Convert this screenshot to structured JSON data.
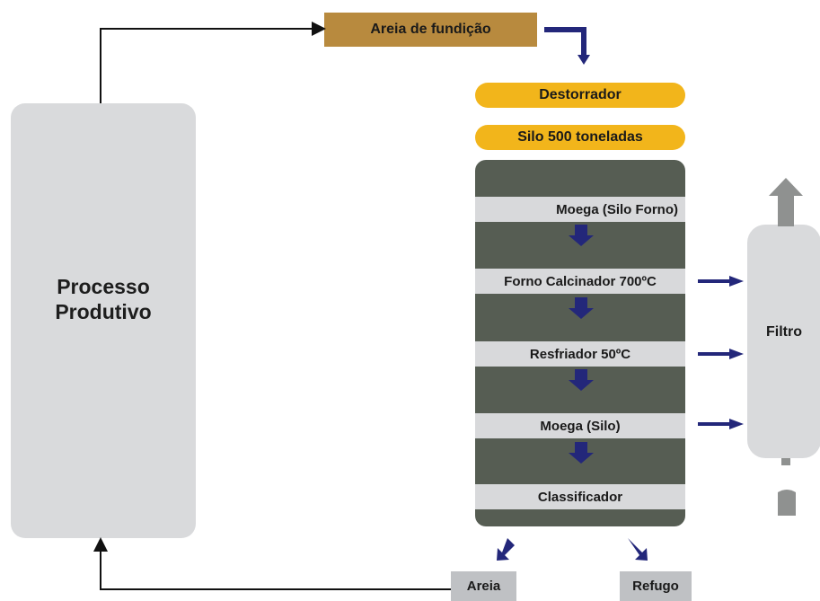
{
  "diagram": {
    "main_process": {
      "label": "Processo\nProdutivo"
    },
    "input": {
      "label": "Areia de fundição"
    },
    "pre_stages": [
      {
        "label": "Destorrador"
      },
      {
        "label": "Silo 500 toneladas"
      }
    ],
    "stages": [
      {
        "label": "Moega (Silo Forno)"
      },
      {
        "label": "Forno Calcinador 700ºC"
      },
      {
        "label": "Resfriador 50ºC"
      },
      {
        "label": "Moega (Silo)"
      },
      {
        "label": "Classificador"
      }
    ],
    "filter": {
      "label": "Filtro"
    },
    "outputs": [
      {
        "label": "Areia"
      },
      {
        "label": "Refugo"
      }
    ]
  },
  "colors": {
    "arrow_blue": "#23277a",
    "pill_yellow": "#f2b51b",
    "sand_brown": "#b88a3e",
    "column_dark": "#565d53",
    "panel_gray": "#d9dadc",
    "box_gray": "#bfc1c4",
    "chimney_gray": "#8f9190"
  }
}
